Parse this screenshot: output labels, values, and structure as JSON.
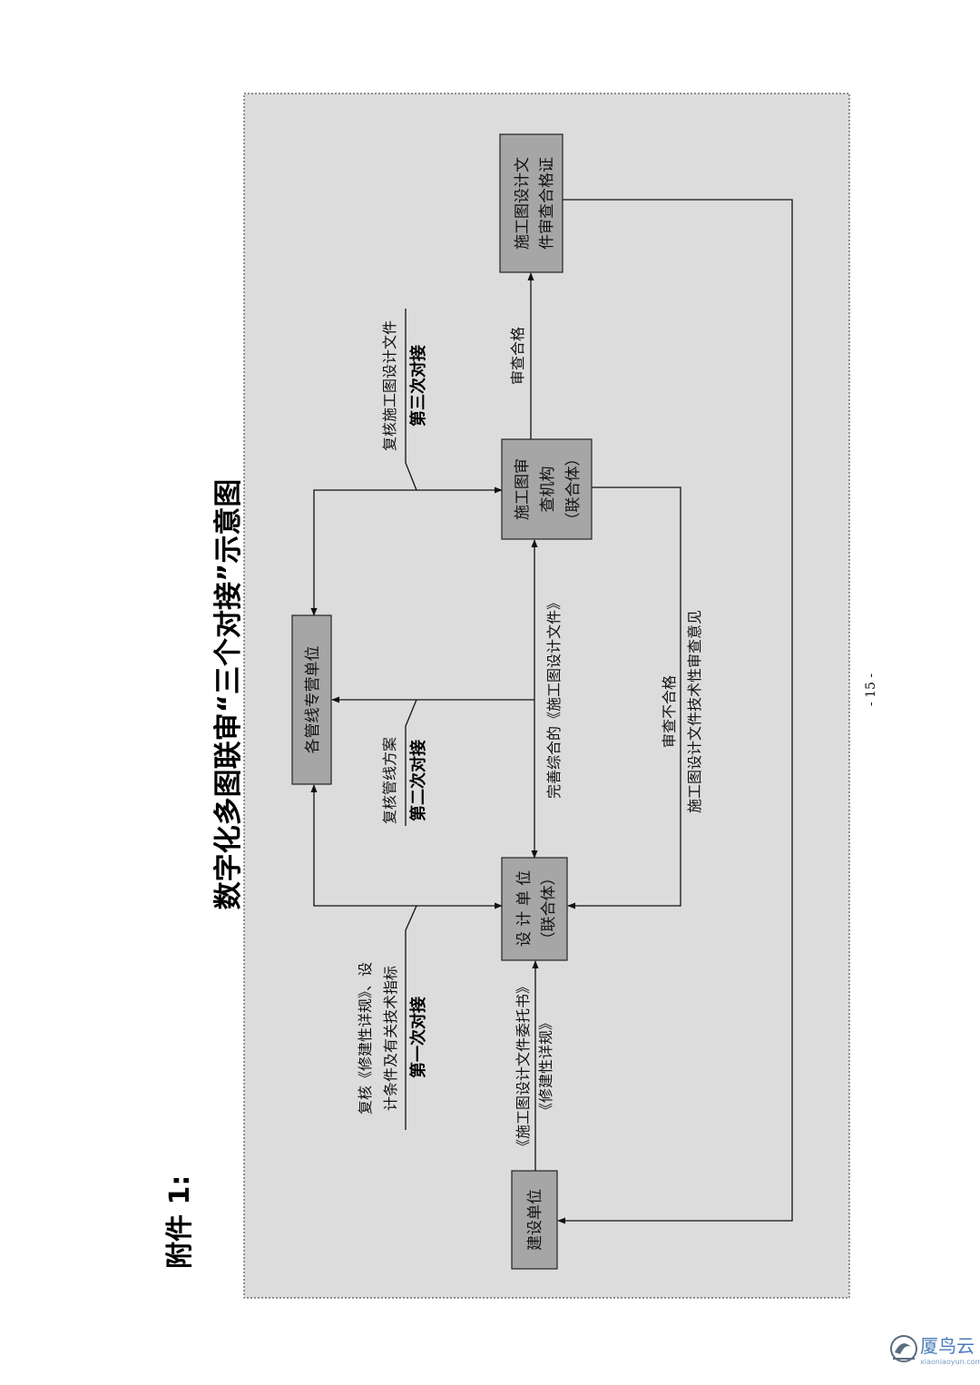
{
  "attachment_label": "附件 1:",
  "title": "数字化多图联审“三个对接”示意图",
  "page_number": "- 15 -",
  "nodes": {
    "jianshe": "建设单位",
    "sheji": [
      "设 计 单 位",
      "（联合体）"
    ],
    "guanxian": "各管线专营单位",
    "shencha": [
      "施工图审",
      "查机构",
      "（联合体）"
    ],
    "hege": [
      "施工图设计文",
      "件审查合格证"
    ]
  },
  "edges": {
    "wtsh": [
      "《施工图设计文件委托书》",
      "《修建性详规》"
    ],
    "first": [
      "复核《修建性详规》、设",
      "计条件及有关技术指标"
    ],
    "first_bold": "第一次对接",
    "second": "复核管线方案",
    "second_bold": "第二次对接",
    "third": "复核施工图设计文件",
    "third_bold": "第三次对接",
    "wanshan": "完善综合的《施工图设计文件》",
    "buhege": [
      "审查不合格",
      "施工图设计文件技术性审查意见"
    ],
    "hege": "审查合格"
  },
  "watermark": {
    "name": "厦鸟云",
    "url": "xiaoniaoyun.com"
  }
}
